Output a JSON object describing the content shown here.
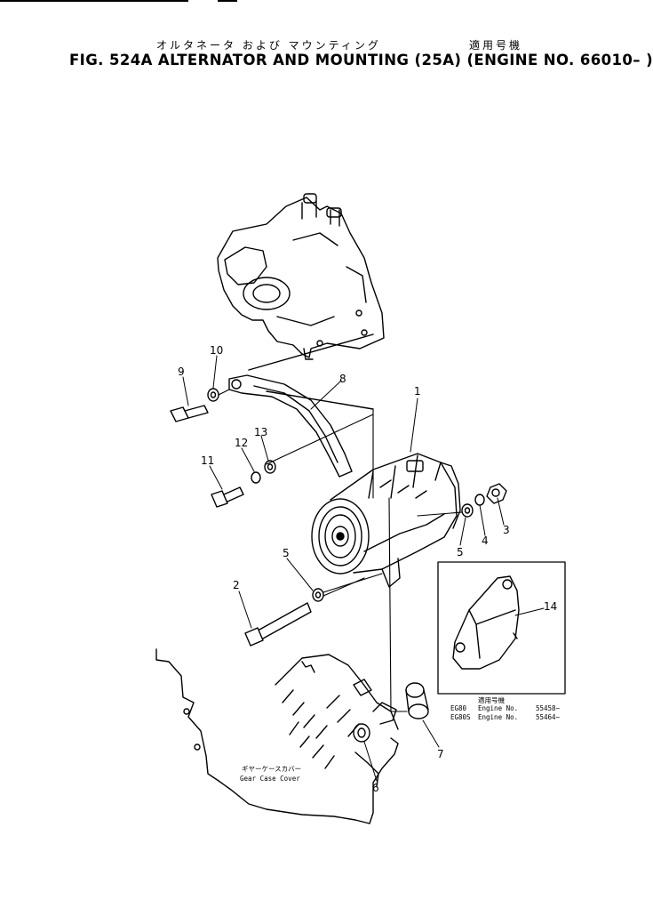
{
  "header": {
    "jp_title": "オルタネータ および マウンティング",
    "jp_applicable": "適用号機",
    "title": "FIG. 524A  ALTERNATOR AND MOUNTING (25A) (ENGINE NO. 66010– )"
  },
  "callouts": [
    "1",
    "2",
    "3",
    "4",
    "5",
    "5",
    "6",
    "7",
    "8",
    "9",
    "10",
    "11",
    "12",
    "13",
    "14"
  ],
  "gear_case": {
    "jp": "ギヤーケースカバー",
    "en": "Gear Case Cover"
  },
  "inset": {
    "heading": "適用号機",
    "rows": [
      {
        "model": "EG80",
        "label": "Engine No.",
        "value": "55458~"
      },
      {
        "model": "EG80S",
        "label": "Engine No.",
        "value": "55464~"
      }
    ]
  }
}
